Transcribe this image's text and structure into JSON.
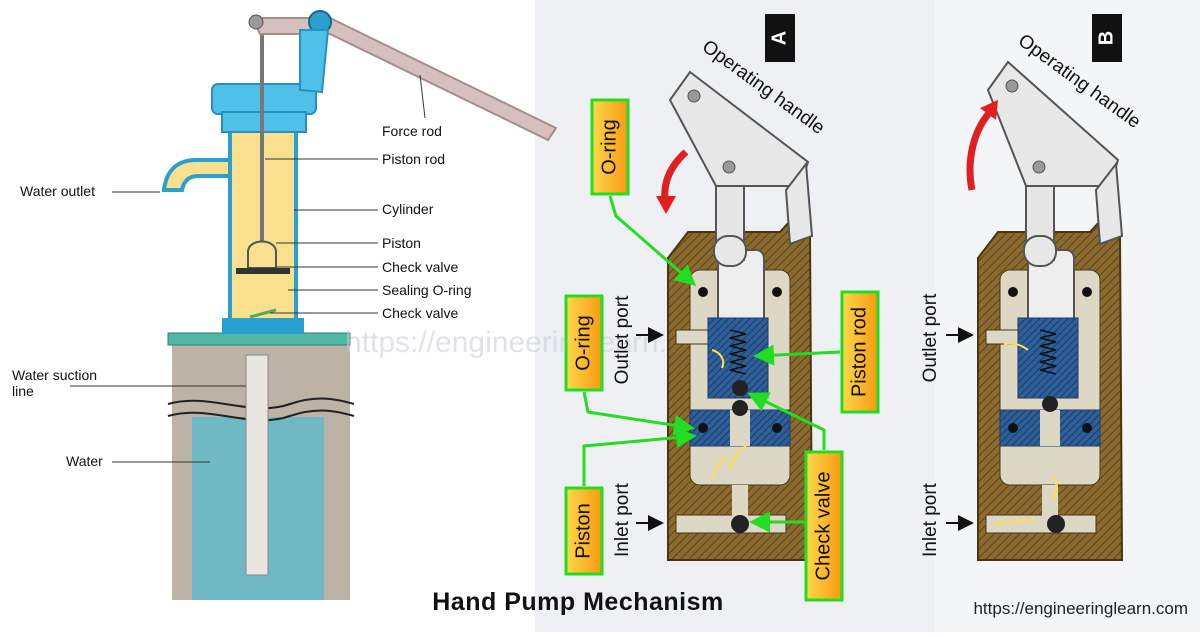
{
  "title": "Hand Pump Mechanism",
  "source_url": "https://engineeringlearn.com",
  "watermark": "https://engineeringlearn.com",
  "left_labels": {
    "force_rod": "Force rod",
    "piston_rod": "Piston rod",
    "cylinder": "Cylinder",
    "piston": "Piston",
    "check_valve_upper": "Check valve",
    "sealing_o_ring": "Sealing O-ring",
    "check_valve_lower": "Check valve",
    "water_outlet": "Water outlet",
    "water_suction_line_1": "Water suction",
    "water_suction_line_2": "line",
    "water": "Water"
  },
  "panels": {
    "a": {
      "tag": "A",
      "operating_handle": "Operating handle",
      "outlet_port": "Outlet port",
      "inlet_port": "Inlet port",
      "callouts": {
        "o_ring_top": "O-ring",
        "o_ring_mid": "O-ring",
        "piston": "Piston",
        "piston_rod": "Piston rod",
        "check_valve": "Check valve"
      }
    },
    "b": {
      "tag": "B",
      "operating_handle": "Operating handle",
      "outlet_port": "Outlet port",
      "inlet_port": "Inlet port"
    }
  },
  "colors": {
    "callout_border": "#22dd22",
    "callout_fill": "#f8b828",
    "motion_arrow": "#e02020",
    "body_hatch": "#8a6a2e",
    "pump_blue": "#2aa0d0",
    "cylinder_fill": "#f8e08e"
  }
}
